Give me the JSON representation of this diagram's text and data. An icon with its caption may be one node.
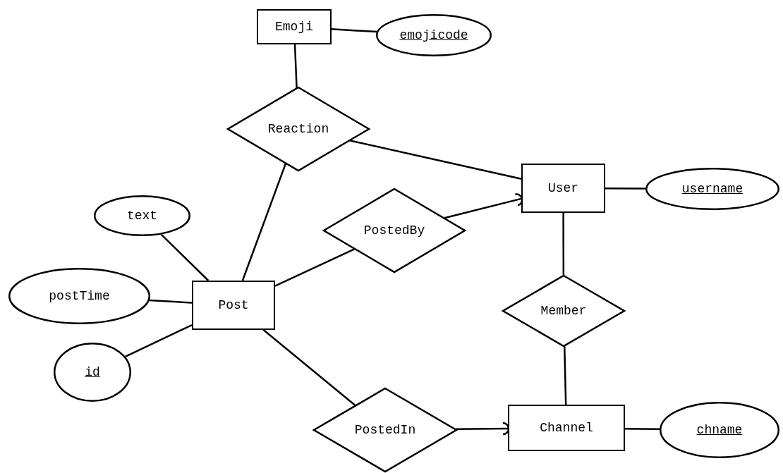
{
  "diagram": {
    "nodes": [
      {
        "text": [
          "Emoji"
        ]
      },
      {
        "text": [
          "emojicode"
        ]
      },
      {
        "text": [
          "Reaction"
        ]
      },
      {
        "text": [
          "User"
        ]
      },
      {
        "text": [
          "username"
        ]
      },
      {
        "text": [
          "text"
        ]
      },
      {
        "text": [
          "PostedBy"
        ]
      },
      {
        "text": [
          "postTime"
        ]
      },
      {
        "text": [
          "Post"
        ]
      },
      {
        "text": [
          "Member"
        ]
      },
      {
        "text": [
          "id"
        ]
      },
      {
        "text": [
          "PostedIn"
        ]
      },
      {
        "text": [
          "Channel"
        ]
      },
      {
        "text": [
          "chname"
        ]
      }
    ],
    "edges": [
      {
        "from": 0,
        "to": 1,
        "arrow": "none"
      },
      {
        "from": 0,
        "to": 2,
        "arrow": "none"
      },
      {
        "from": 2,
        "to": 3,
        "arrow": "none"
      },
      {
        "from": 2,
        "to": 8,
        "arrow": "none"
      },
      {
        "from": 3,
        "to": 4,
        "arrow": "none"
      },
      {
        "from": 5,
        "to": 8,
        "arrow": "none"
      },
      {
        "from": 8,
        "to": 6,
        "arrow": "none"
      },
      {
        "from": 6,
        "to": 3,
        "arrow": "other"
      },
      {
        "from": 7,
        "to": 8,
        "arrow": "none"
      },
      {
        "from": 10,
        "to": 8,
        "arrow": "none"
      },
      {
        "from": 3,
        "to": 9,
        "arrow": "none"
      },
      {
        "from": 9,
        "to": 12,
        "arrow": "none"
      },
      {
        "from": 8,
        "to": 11,
        "arrow": "none"
      },
      {
        "from": 11,
        "to": 12,
        "arrow": "other"
      },
      {
        "from": 12,
        "to": 13,
        "arrow": "none"
      }
    ]
  }
}
